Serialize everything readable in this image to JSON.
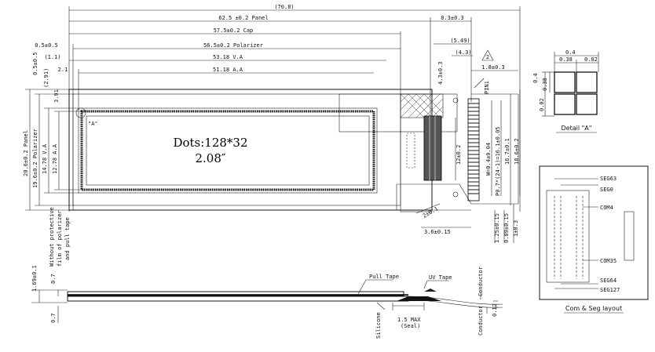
{
  "top_dims": {
    "overall": "(70.8)",
    "panel": "62.5 ±0.2 Panel",
    "cap": "57.5±0.2 Cap",
    "polarizer": "56.5±0.2 Polarizer",
    "va": "53.18 V.A",
    "aa": "51.18 A.A",
    "right_83": "8.3±0.3",
    "right_549": "(5.49)",
    "right_43": "(4.3)",
    "right_18": "1.8±0.3",
    "right_43b": "4.3±0.3",
    "left_05": "0.5±0.5",
    "left_11": "(1.1)",
    "left_21": "2.1",
    "left_291": "(2.91)",
    "left_05v": "0.5±0.5",
    "left_391": "3.91",
    "note_num": "2"
  },
  "left_dims": {
    "panel_h": "20.6±0.2 Panel",
    "pol_h": "19.6±0.2 Polarizer",
    "va_h": "14.78 V.A",
    "aa_h": "12.78 A.A"
  },
  "display": {
    "dots": "Dots:128*32",
    "size": "2.08″",
    "detail_ref": "\"A\"",
    "pin1": "PIN1"
  },
  "right_dims": {
    "d12": "12±0.2",
    "pins": "P0.7*(24-1)=16.1±0.05",
    "w04": "W=0.4±0.04",
    "d167": "16.7±0.1",
    "d186": "18.6±0.2",
    "d215": "1.25±0.15",
    "d009": "0.09±0.15",
    "d103": "1±0.3",
    "d2": "2±0.1",
    "d36": "3.6±0.15"
  },
  "detail_a": {
    "d04": "0.4",
    "d038a": "0.38",
    "d002a": "0.02",
    "d04v": "0.4",
    "d038v": "0.38",
    "d002v": "0.02",
    "label": "Detail \"A\""
  },
  "com_seg": {
    "seg63": "SEG63",
    "seg0": "SEG0",
    "com4": "COM4",
    "com35": "COM35",
    "seg64": "SEG64",
    "seg127": "SEG127",
    "label": "Com & Seg layout"
  },
  "side_view": {
    "note": [
      "Without protective",
      "film of polarizer",
      "and pull tape"
    ],
    "thick": "1.69±0.1",
    "d07a": "0.7",
    "d07b": "0.7",
    "pull_tape": "Pull Tape",
    "uv_tape": "UV Tape",
    "conductor": "Conductor",
    "conductor2": "Conductor",
    "silicone": "Silicone",
    "max15": "1.5 MAX",
    "seal": "(Seal)",
    "d012": "0.12"
  }
}
